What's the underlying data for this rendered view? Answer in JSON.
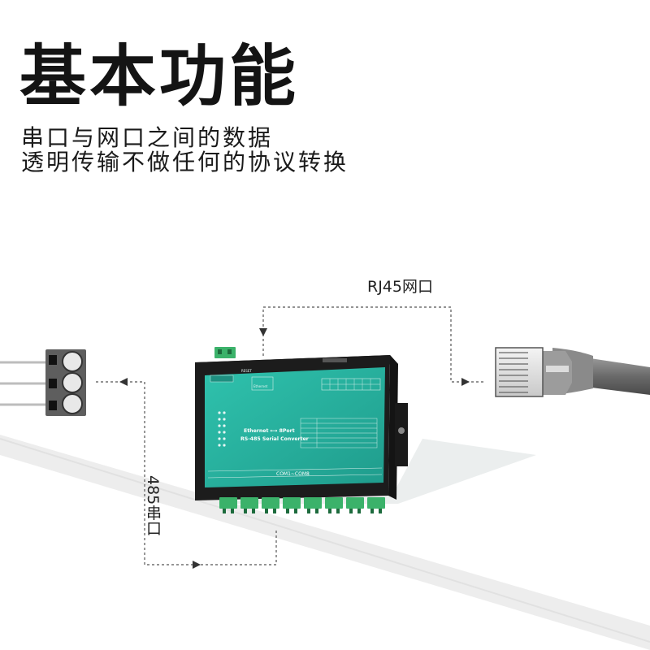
{
  "title": "基本功能",
  "subtitle_lines": [
    "串口与网口之间的数据",
    "透明传输不做任何的协议转换"
  ],
  "labels": {
    "rj45": "RJ45网口",
    "serial485": "485串口"
  },
  "device": {
    "front_line1": "Ethernet ⟷ 8Port",
    "front_line2": "RS-485 Serial Converter",
    "bottom_label": "COM1~COM8",
    "ethernet_label": "Ethernet",
    "reset_label": "RESET"
  },
  "colors": {
    "device_body": "#1c1c1c",
    "panel": "#2bb5a2",
    "terminal_green": "#3bb26a",
    "dashed_line": "#555555"
  }
}
